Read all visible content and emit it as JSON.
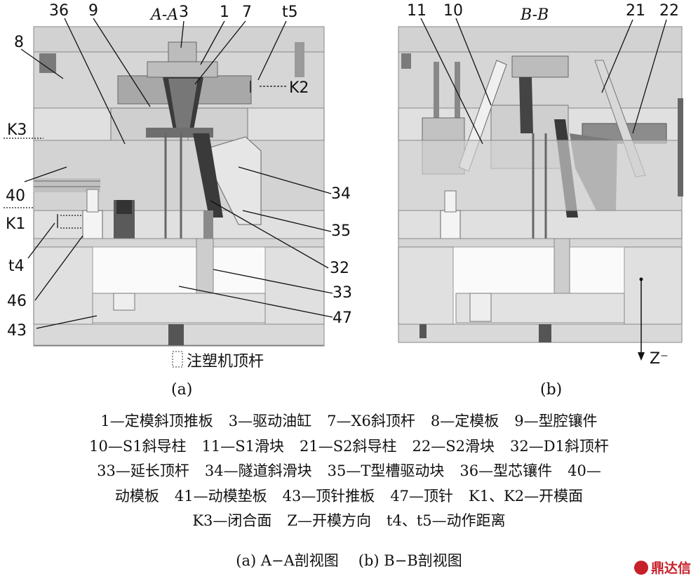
{
  "view_a": {
    "title": "A-A",
    "subcaption": "(a)",
    "labels": {
      "n36": "36",
      "n9": "9",
      "n3": "3",
      "n1": "1",
      "n7": "7",
      "t5": "t5",
      "n8": "8",
      "k2": "K2",
      "k3": "K3",
      "n40": "40",
      "k1": "K1",
      "n34": "34",
      "n35": "35",
      "t4": "t4",
      "n32": "32",
      "n46": "46",
      "n33": "33",
      "n47": "47",
      "n43": "43"
    },
    "machine_rod": "注塑机顶杆"
  },
  "view_b": {
    "title": "B-B",
    "subcaption": "(b)",
    "labels": {
      "n11": "11",
      "n10": "10",
      "n21": "21",
      "n22": "22"
    },
    "direction": "Z⁻"
  },
  "legend": [
    [
      "1—定模斜顶推板",
      "3—驱动油缸",
      "7—X6斜顶杆",
      "8—定模板",
      "9—型腔镶件"
    ],
    [
      "10—S1斜导柱",
      "11—S1滑块",
      "21—S2斜导柱",
      "22—S2滑块",
      "32—D1斜顶杆"
    ],
    [
      "33—延长顶杆",
      "34—隧道斜滑块",
      "35—T型槽驱动块",
      "36—型芯镶件",
      "40—"
    ],
    [
      "动模板",
      "41—动模垫板",
      "43—顶针推板",
      "47—顶针",
      "K1、K2—开模面"
    ],
    [
      "K3—闭合面",
      "Z—开模方向",
      "t4、t5—动作距离"
    ]
  ],
  "caption": [
    "(a) A−A剖视图",
    "(b) B−B剖视图"
  ],
  "watermark": "鼎达信",
  "colors": {
    "plate": "#d9d9d9",
    "dark": "#505050",
    "mid": "#a8a8a8",
    "light": "#ebebeb"
  }
}
